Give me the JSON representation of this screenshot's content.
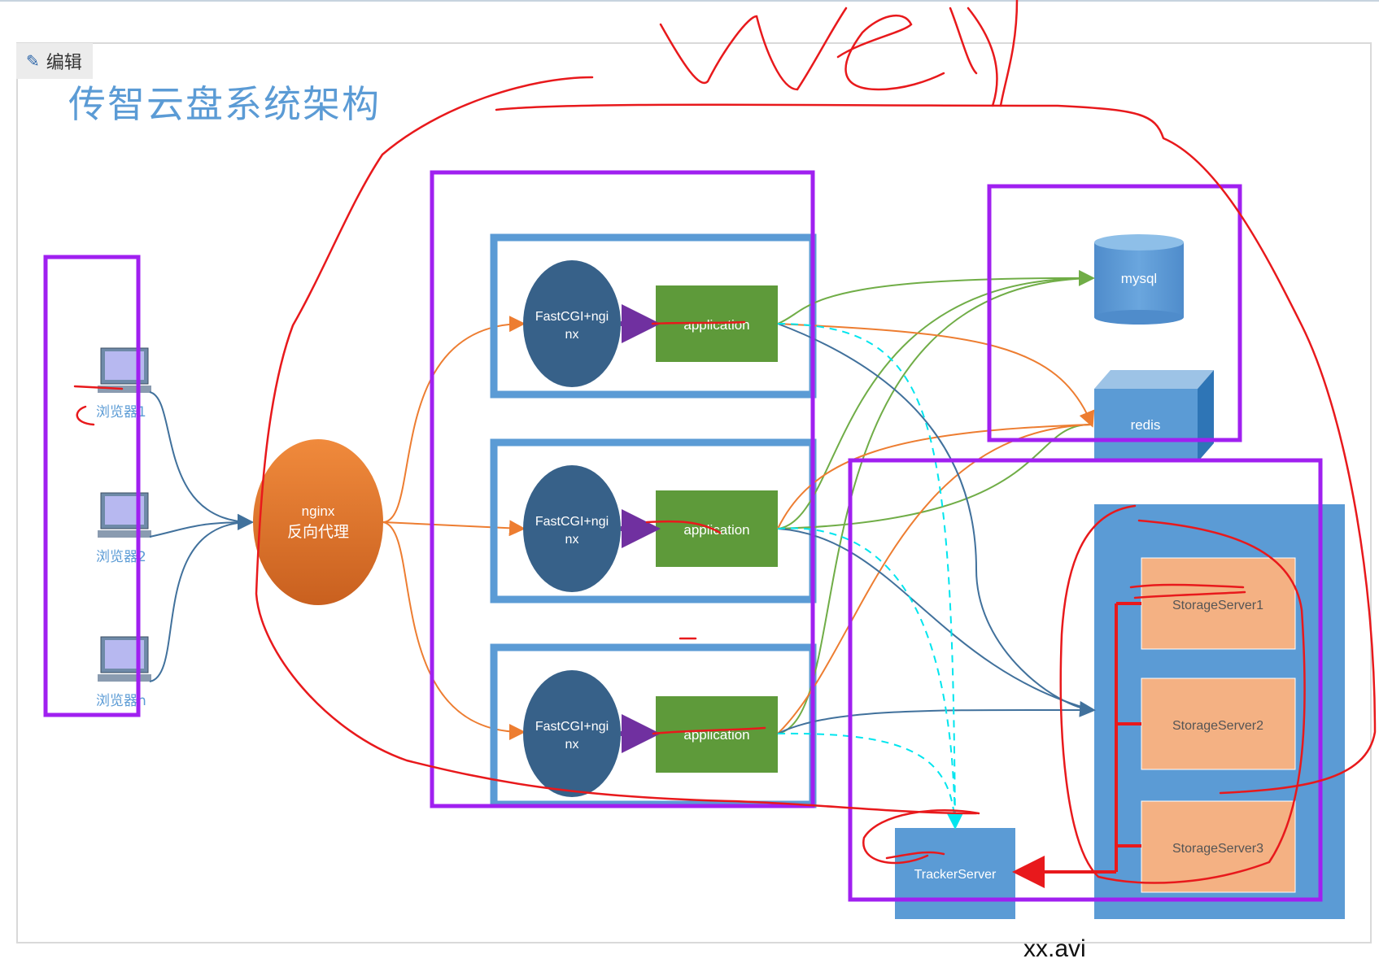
{
  "toolbar": {
    "edit_label": "编辑",
    "edit_icon": "pencil-icon"
  },
  "diagram": {
    "title": "传智云盘系统架构",
    "browsers": [
      "浏览器1",
      "浏览器2",
      "浏览器n"
    ],
    "nginx": {
      "line1": "nginx",
      "line2": "反向代理"
    },
    "fastcgi": {
      "line1": "FastCGI+ngi",
      "line2": "nx"
    },
    "application": "application",
    "mysql": "mysql",
    "redis": "redis",
    "storage_servers": [
      "StorageServer1",
      "StorageServer2",
      "StorageServer3"
    ],
    "tracker": "TrackerServer",
    "handwritten_top": "web",
    "handwritten_bottom": "xx.avi"
  },
  "colors": {
    "box_blue": "#5b9bd5",
    "dark_blue": "#376189",
    "green": "#5e9a3a",
    "orange_node": "#e07a2e",
    "storage_fill": "#f4b183",
    "purple": "#a020f0",
    "annotation_red": "#e8191c",
    "cyan_dash": "#00e5ee"
  }
}
